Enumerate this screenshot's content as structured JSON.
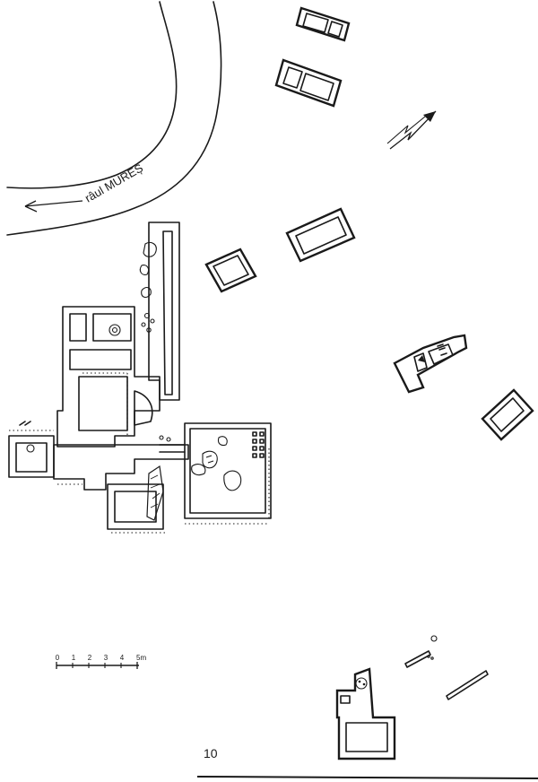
{
  "river_label": "râul MUREȘ",
  "scale_bar": {
    "labels": [
      "0",
      "1",
      "2",
      "3",
      "4",
      "5m"
    ]
  },
  "page_number": "10",
  "north_arrow": "north-arrow-icon",
  "ink_color": "#1a1a1a"
}
